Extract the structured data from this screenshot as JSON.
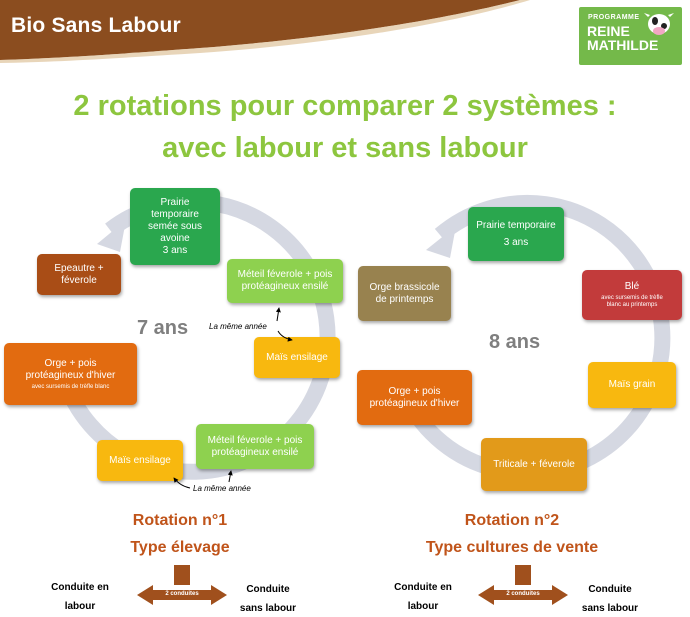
{
  "header": {
    "brand": "Bio Sans Labour",
    "logo_line1": "PROGRAMME",
    "logo_line2": "REINE",
    "logo_line3": "MATHILDE"
  },
  "title": {
    "line1": "2 rotations pour comparer 2 systèmes :",
    "line2": "avec labour et sans labour"
  },
  "rotation1": {
    "duration": "7 ans",
    "steps": {
      "prairie": {
        "line1": "Prairie",
        "line2": "temporaire",
        "line3": "semée sous",
        "line4": "avoine",
        "line5": "3 ans"
      },
      "meteil_top": {
        "line1": "Méteil féverole + pois",
        "line2": "protéagineux ensilé"
      },
      "mais_right": "Maïs ensilage",
      "meteil_bottom": {
        "line1": "Méteil féverole + pois",
        "line2": "protéagineux ensilé"
      },
      "mais_bottom": "Maïs ensilage",
      "orge": {
        "line1": "Orge + pois",
        "line2": "protéagineux d'hiver",
        "sub": "avec sursemis de trèfle blanc"
      },
      "epeautre": {
        "line1": "Epeautre +",
        "line2": "féverole"
      }
    },
    "note_top": "La même année",
    "note_bottom": "La même année",
    "title_line1": "Rotation n°1",
    "title_line2": "Type élevage",
    "cond_left_line1": "Conduite en",
    "cond_left_line2": "labour",
    "arrow_label": "2 conduites",
    "cond_right_line1": "Conduite",
    "cond_right_line2": "sans labour"
  },
  "rotation2": {
    "duration": "8 ans",
    "steps": {
      "prairie": {
        "line1": "Prairie temporaire",
        "line2": "3 ans"
      },
      "ble": {
        "line1": "Blé",
        "sub1": "avec sursemis de trèfle",
        "sub2": "blanc au printemps"
      },
      "mais": "Maïs grain",
      "triticale": "Triticale + féverole",
      "orge": {
        "line1": "Orge + pois",
        "line2": "protéagineux d'hiver"
      },
      "orge_brassicole": {
        "line1": "Orge brassicole",
        "line2": "de printemps"
      }
    },
    "title_line1": "Rotation n°2",
    "title_line2": "Type cultures de vente",
    "cond_left_line1": "Conduite en",
    "cond_left_line2": "labour",
    "arrow_label": "2 conduites",
    "cond_right_line1": "Conduite",
    "cond_right_line2": "sans labour"
  },
  "colors": {
    "header_brown": "#8b4d1f",
    "title_green": "#8dc63f",
    "ring_grey": "#d5d8e2",
    "rotation_title": "#c0541a",
    "arrow_brown": "#a0501d"
  }
}
